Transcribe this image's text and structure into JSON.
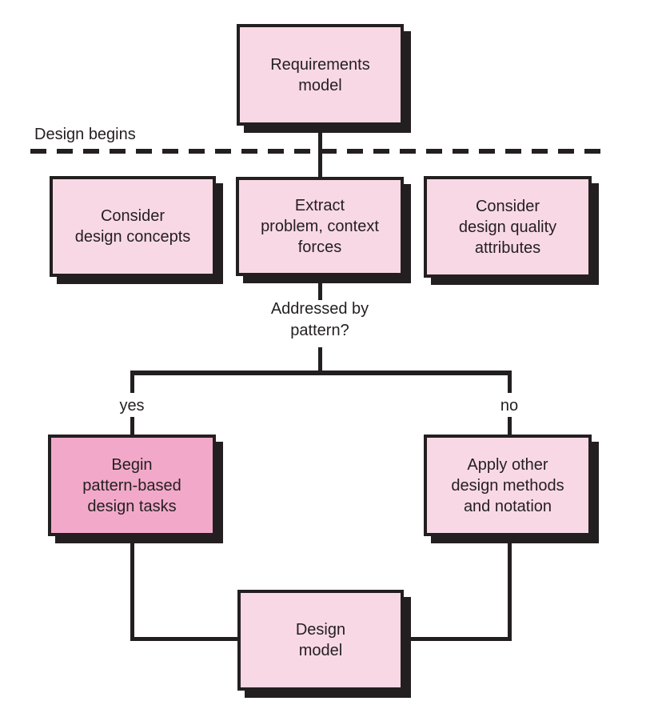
{
  "diagram": {
    "phase_label": "Design begins",
    "nodes": {
      "requirements_model": "Requirements\nmodel",
      "consider_design_concepts": "Consider\ndesign concepts",
      "extract_problem_context_forces": "Extract\nproblem, context\nforces",
      "consider_design_quality_attributes": "Consider\ndesign quality\nattributes",
      "begin_pattern_based_design_tasks": "Begin\npattern-based\ndesign tasks",
      "apply_other_design_methods_and_notation": "Apply other\ndesign methods\nand notation",
      "design_model": "Design\nmodel"
    },
    "decision": {
      "question": "Addressed by\npattern?",
      "yes_label": "yes",
      "no_label": "no"
    },
    "colors": {
      "node_fill": "#f9d8e6",
      "node_fill_highlight": "#f2a9c9",
      "line_and_border": "#231f20",
      "background": "#ffffff"
    }
  }
}
